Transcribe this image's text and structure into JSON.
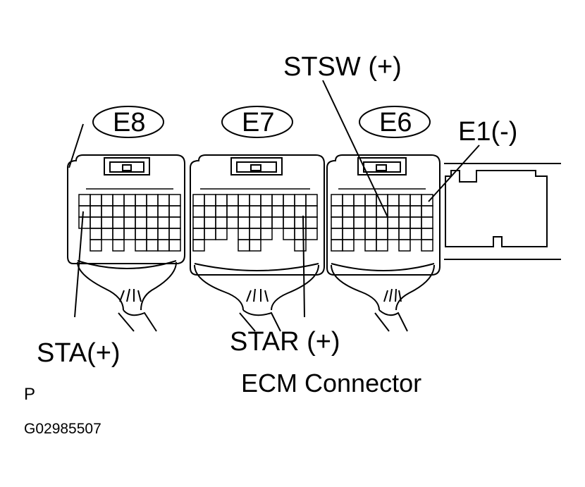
{
  "connectors": [
    {
      "id": "E8",
      "label": "E8"
    },
    {
      "id": "E7",
      "label": "E7"
    },
    {
      "id": "E6",
      "label": "E6"
    }
  ],
  "terminals": {
    "stsw": "STSW (+)",
    "e1": "E1(-)",
    "sta": "STA(+)",
    "star": "STAR (+)"
  },
  "caption": "ECM Connector",
  "corner_mark": "P",
  "figure_code": "G02985507",
  "colors": {
    "ink": "#000000",
    "paper": "#ffffff"
  }
}
